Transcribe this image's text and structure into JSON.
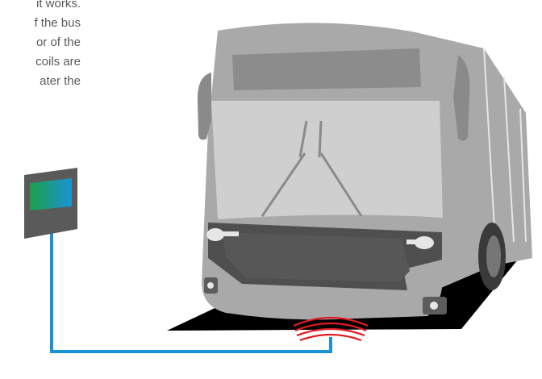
{
  "paragraph": {
    "lines": [
      "it works.",
      "f the bus",
      "or of the",
      "coils are",
      "ater  the"
    ]
  },
  "colors": {
    "bus_body": "#a9a9a9",
    "bus_dark": "#4f4f4f",
    "windshield": "#cfcfcf",
    "road": "#000000",
    "cable": "#1a93d6",
    "charger_box": "#5a5a5a",
    "charger_screen_start": "#1e9e4a",
    "charger_screen_end": "#1a93d6",
    "coil": "#e01b22"
  },
  "icons": {
    "charging_station": "charging-station-icon",
    "bus": "electric-bus-illustration",
    "inductive_coil": "inductive-coil-icon"
  }
}
